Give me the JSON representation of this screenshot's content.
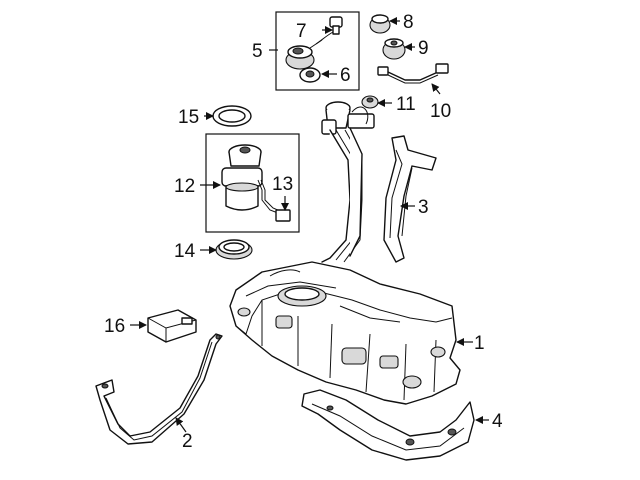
{
  "callouts": {
    "c1": "1",
    "c2": "2",
    "c3": "3",
    "c4": "4",
    "c5": "5",
    "c6": "6",
    "c7": "7",
    "c8": "8",
    "c9": "9",
    "c10": "10",
    "c11": "11",
    "c12": "12",
    "c13": "13",
    "c14": "14",
    "c15": "15",
    "c16": "16"
  },
  "colors": {
    "line": "#111111",
    "shade": "#d9d9d9",
    "background": "#ffffff"
  }
}
